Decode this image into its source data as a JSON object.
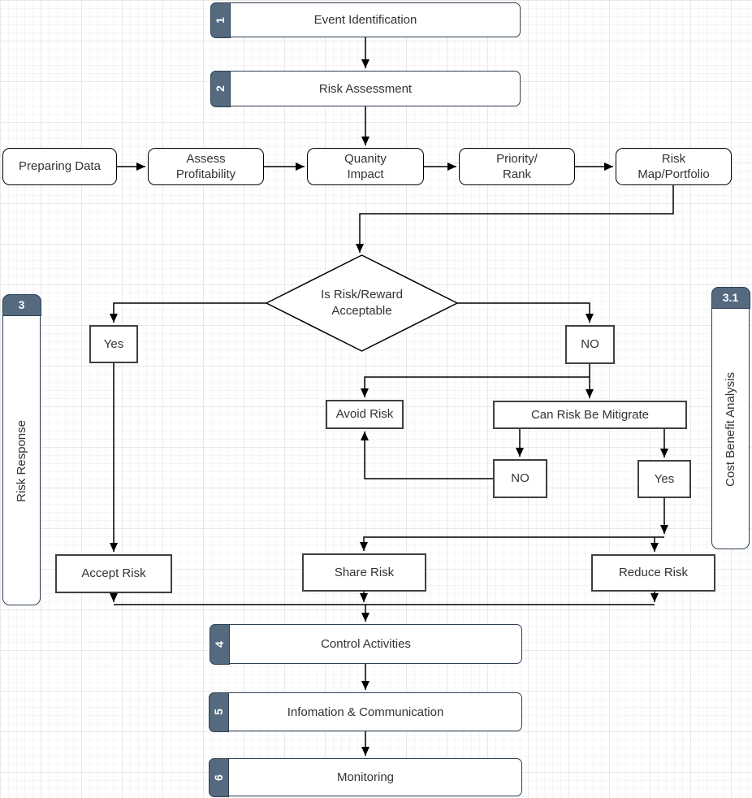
{
  "colors": {
    "tab_fill": "#556A7F",
    "container_border": "#2E4053",
    "node_border": "#404040",
    "plain_border": "#000000",
    "text_color": "#333333",
    "arrow_color": "#000000",
    "grid_minor": "#f5f5f5",
    "grid_major": "#e8e8e8"
  },
  "steps": {
    "step1": {
      "number": "1",
      "label": "Event Identification"
    },
    "step2": {
      "number": "2",
      "label": "Risk Assessment"
    },
    "step4": {
      "number": "4",
      "label": "Control Activities"
    },
    "step5": {
      "number": "5",
      "label": "Infomation & Communication"
    },
    "step6": {
      "number": "6",
      "label": "Monitoring"
    }
  },
  "assessment_row": {
    "preparing_data": "Preparing Data",
    "assess_profitability": "Assess\nProfitability",
    "quanity_impact": "Quanity\nImpact",
    "priority_rank": "Priority/\nRank",
    "risk_map_portfolio": "Risk\nMap/Portfolio"
  },
  "decision": {
    "label": "Is Risk/Reward\nAcceptable"
  },
  "branches": {
    "yes_left": "Yes",
    "no_right": "NO",
    "avoid_risk": "Avoid Risk",
    "can_risk_be_mitigrate": "Can Risk Be Mitigrate",
    "no_mitigate": "NO",
    "yes_mitigate": "Yes",
    "accept_risk": "Accept Risk",
    "share_risk": "Share Risk",
    "reduce_risk": "Reduce Risk"
  },
  "sidebars": {
    "risk_response": {
      "number": "3",
      "label": "Risk Response"
    },
    "cost_benefit": {
      "number": "3.1",
      "label": "Cost Benefit Analysis"
    }
  }
}
